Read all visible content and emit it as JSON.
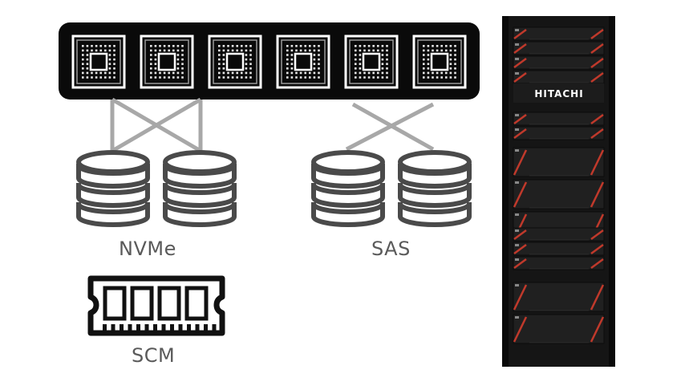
{
  "labels": {
    "nvme": "NVMe",
    "sas": "SAS",
    "scm": "SCM",
    "rack_brand": "HITACHI"
  },
  "icons": {
    "chip_count": 6,
    "nvme_disks": 2,
    "sas_disks": 2
  },
  "colors": {
    "controller_bg": "#0a0a0a",
    "connector": "#a8a8a8",
    "disk_stroke": "#4a4a4a",
    "label": "#5a5a5a",
    "rack_body": "#151515",
    "rack_accent": "#c0392b"
  }
}
